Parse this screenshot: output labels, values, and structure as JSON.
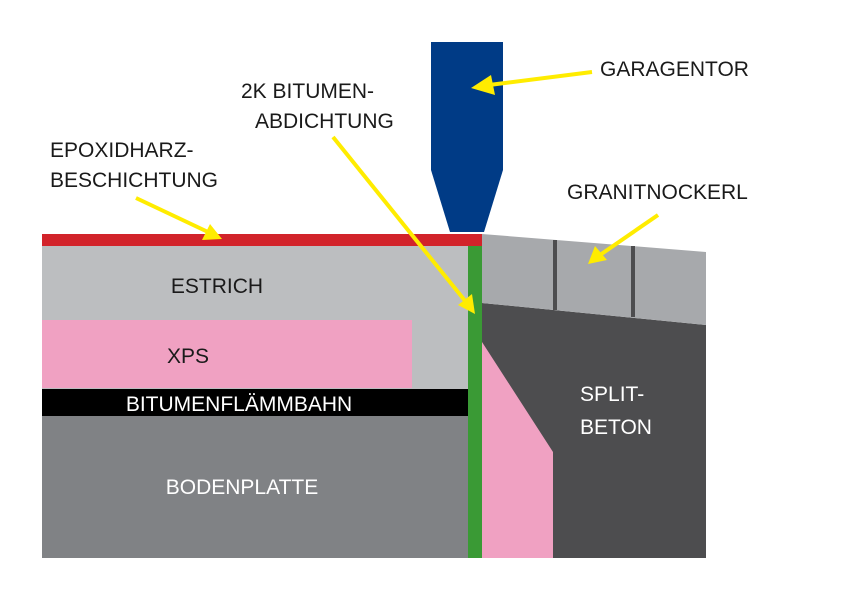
{
  "labels": {
    "garagentor": "GARAGENTOR",
    "abdichtung_line1": "2K BITUMEN-",
    "abdichtung_line2": "ABDICHTUNG",
    "epoxid_line1": "EPOXIDHARZ-",
    "epoxid_line2": "BESCHICHTUNG",
    "granit": "GRANITNOCKERL",
    "estrich": "ESTRICH",
    "xps": "XPS",
    "bitumen": "BITUMENFLÄMMBAHN",
    "bodenplatte": "BODENPLATTE",
    "split_line1": "SPLIT-",
    "split_line2": "BETON"
  },
  "colors": {
    "epoxid": "#d2232a",
    "estrich": "#bcbec0",
    "xps": "#f0a1c2",
    "bitumen": "#000000",
    "bodenplatte": "#808285",
    "abdichtung": "#3a9a35",
    "garagentor": "#003b86",
    "granit": "#a7a9ac",
    "splitbeton": "#4d4d4f",
    "arrow": "#ffec00"
  }
}
